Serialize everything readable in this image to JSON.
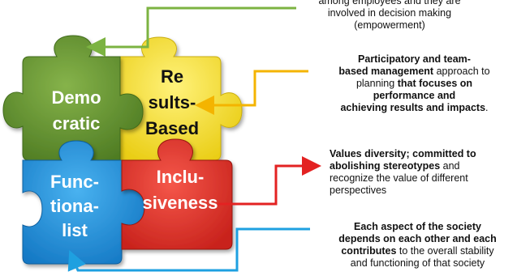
{
  "pieces": [
    {
      "id": "democratic",
      "lines": [
        "Demo",
        "cratic"
      ],
      "color": "#5e8a2c"
    },
    {
      "id": "results-based",
      "lines": [
        "Re",
        "sults-",
        "Based"
      ],
      "color": "#f2dc1b"
    },
    {
      "id": "functionalist",
      "lines": [
        "Func-",
        "tiona-",
        "list"
      ],
      "color": "#1d8ed8"
    },
    {
      "id": "inclusiveness",
      "lines": [
        "Inclu-",
        "siveness"
      ],
      "color": "#e3322b"
    }
  ],
  "notes": {
    "democratic": {
      "lines": [
        [
          {
            "t": "among employees and they are",
            "b": false
          }
        ],
        [
          {
            "t": "involved in decision making",
            "b": false
          }
        ],
        [
          {
            "t": "(empowerment)",
            "b": false
          }
        ]
      ]
    },
    "results_based": {
      "lines": [
        [
          {
            "t": "Participatory and team-",
            "b": true
          }
        ],
        [
          {
            "t": "based management",
            "b": true
          },
          {
            "t": " approach to",
            "b": false
          }
        ],
        [
          {
            "t": "planning ",
            "b": false
          },
          {
            "t": "that focuses on",
            "b": true
          }
        ],
        [
          {
            "t": "performance and",
            "b": true
          }
        ],
        [
          {
            "t": "achieving results and impacts",
            "b": true
          },
          {
            "t": ".",
            "b": false
          }
        ]
      ]
    },
    "inclusiveness": {
      "lines": [
        [
          {
            "t": "Values diversity; committed to",
            "b": true
          }
        ],
        [
          {
            "t": "abolishing stereotypes",
            "b": true
          },
          {
            "t": " and",
            "b": false
          }
        ],
        [
          {
            "t": "recognize the value of different",
            "b": false
          }
        ],
        [
          {
            "t": "perspectives",
            "b": false
          }
        ]
      ]
    },
    "functionalist": {
      "lines": [
        [
          {
            "t": "Each aspect of the society",
            "b": true
          }
        ],
        [
          {
            "t": "depends on each other and each",
            "b": true
          }
        ],
        [
          {
            "t": "contributes",
            "b": true
          },
          {
            "t": " to the overall stability",
            "b": false
          }
        ],
        [
          {
            "t": "and functioning of that society",
            "b": false
          }
        ]
      ]
    }
  },
  "arrow_colors": {
    "democratic": "#7cb342",
    "results_based": "#f4b400",
    "inclusiveness": "#e32222",
    "functionalist": "#1ea0e0"
  }
}
